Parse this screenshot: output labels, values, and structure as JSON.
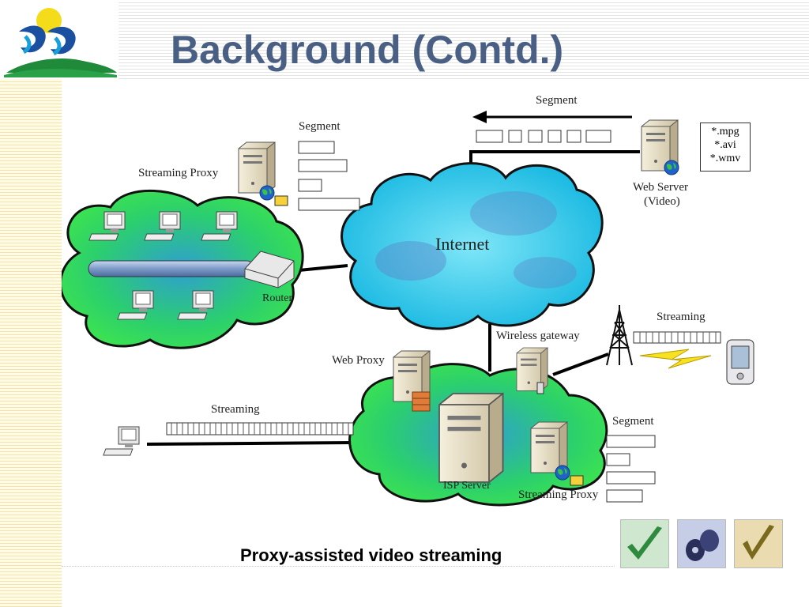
{
  "slide": {
    "title": "Background (Contd.)",
    "caption": "Proxy-assisted  video streaming"
  },
  "diagram": {
    "internet_label": "Internet",
    "streaming_proxy_top_label": "Streaming Proxy",
    "segment_top_left_label": "Segment",
    "router_label": "Router",
    "segment_top_right_label": "Segment",
    "web_server_label_line1": "Web Server",
    "web_server_label_line2": "(Video)",
    "file_types": [
      "*.mpg",
      "*.avi",
      "*.wmv"
    ],
    "wireless_gateway_label": "Wireless gateway",
    "streaming_mobile_label": "Streaming",
    "web_proxy_label": "Web Proxy",
    "streaming_client_label": "Streaming",
    "segment_bottom_label": "Segment",
    "isp_server_label": "ISP Server",
    "streaming_proxy_bottom_label": "Streaming Proxy"
  },
  "colors": {
    "title": "#4a5f84",
    "cloud_cyan": "#2ec8e8",
    "lan_green": "#3ee05a",
    "cloud_blue": "#3a6fc4"
  }
}
